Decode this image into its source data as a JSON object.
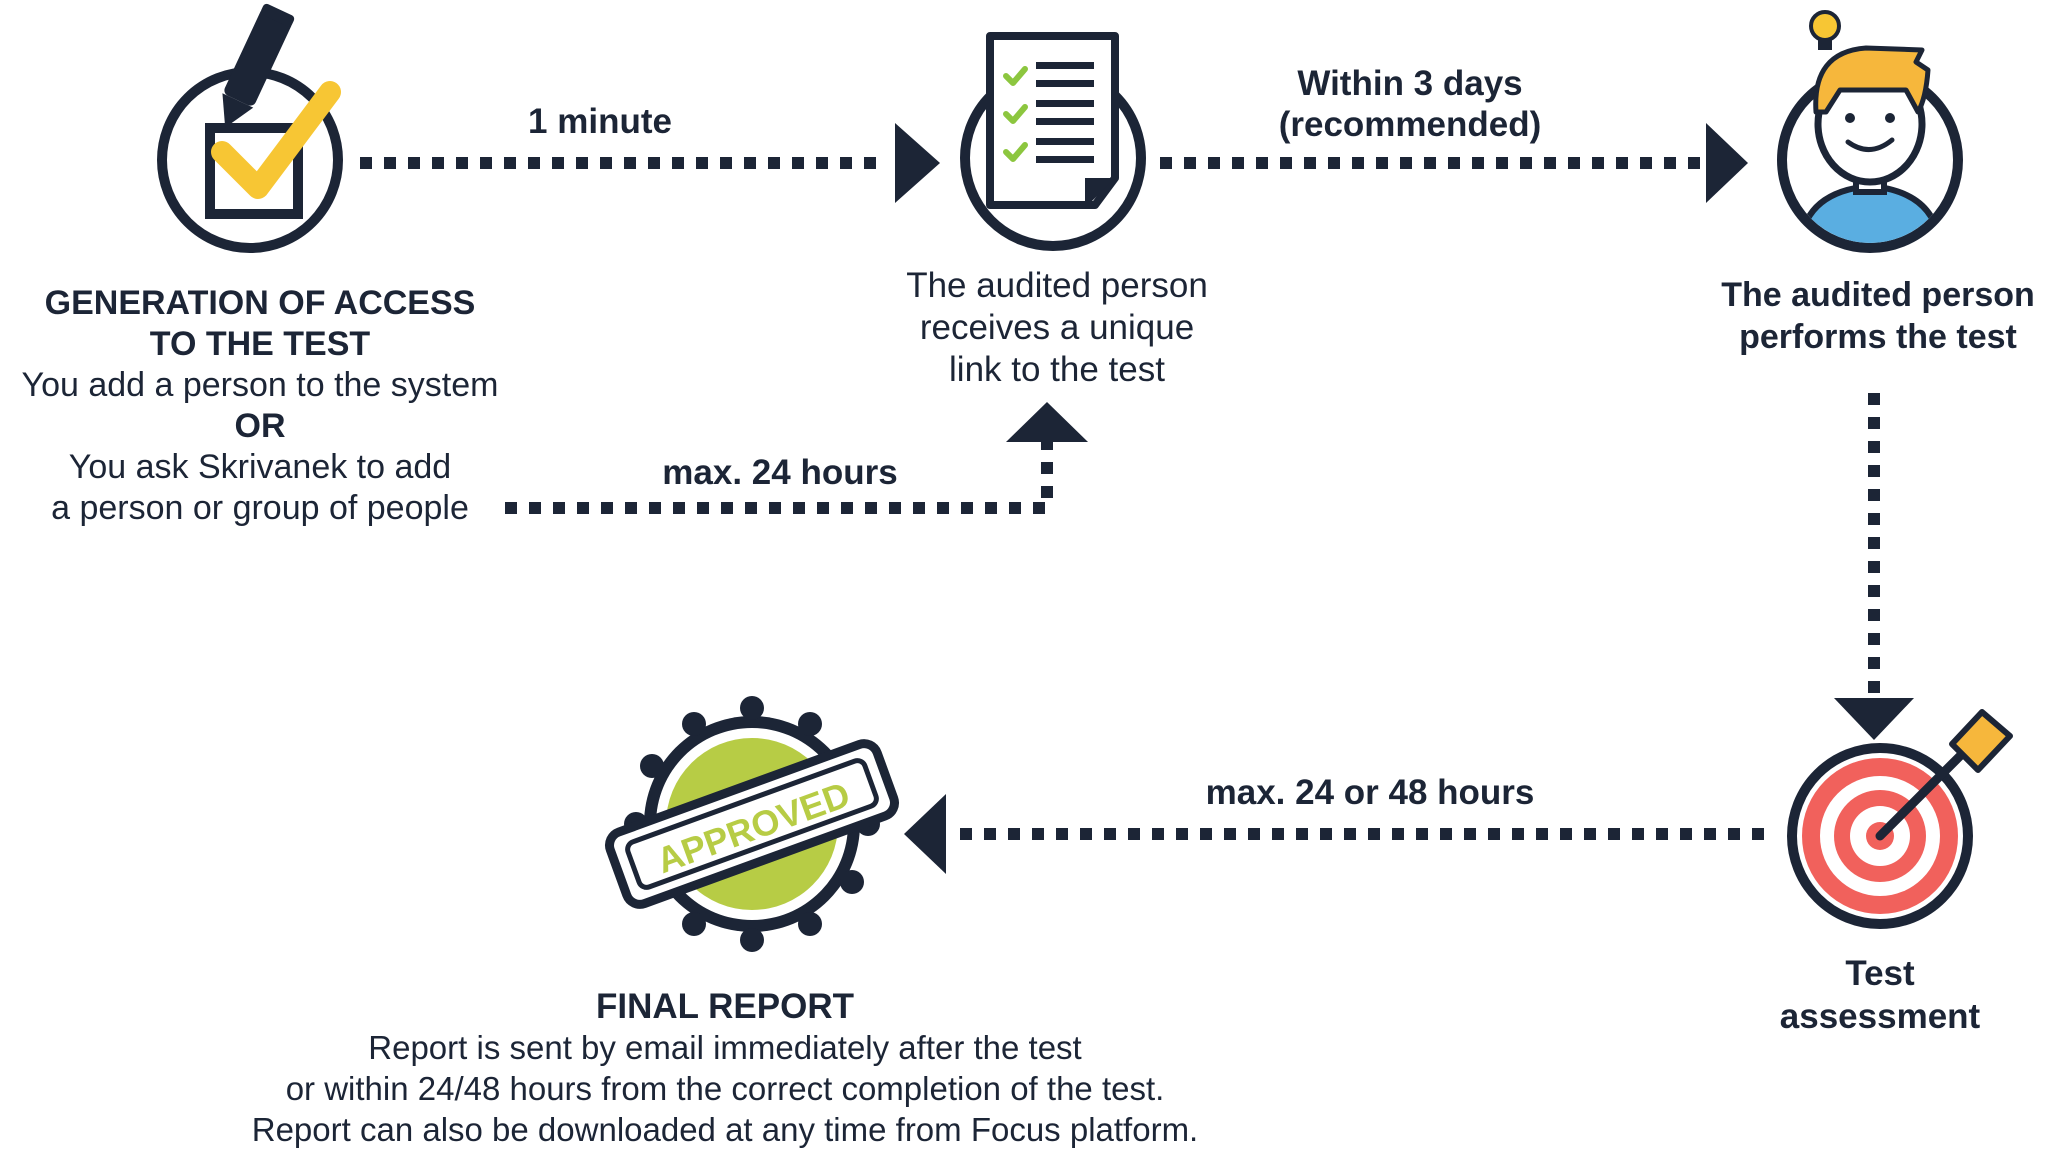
{
  "colors": {
    "navy": "#1c2536",
    "yellow": "#f7c634",
    "green_check": "#8cc63f",
    "approved_green": "#b7cc45",
    "hair": "#f6b73c",
    "shirt": "#5aaee1",
    "target_red": "#f1615c",
    "target_pink": "#f7b1ad"
  },
  "steps": {
    "generation": {
      "icon": "checkbox-pencil-icon",
      "title_line1": "GENERATION OF ACCESS",
      "title_line2": "TO THE TEST",
      "line1": "You add a person to the system",
      "or": "OR",
      "line2": "You ask Skrivanek to add",
      "line3": "a person or group of people"
    },
    "link": {
      "icon": "document-checklist-icon",
      "line1": "The audited person",
      "line2": "receives a unique",
      "line3": "link to the test"
    },
    "performs": {
      "icon": "person-idea-icon",
      "line1": "The audited person",
      "line2": "performs the test"
    },
    "assessment": {
      "icon": "target-arrow-icon",
      "line1": "Test",
      "line2": "assessment"
    },
    "report": {
      "icon": "approved-stamp-icon",
      "stamp_text": "APPROVED",
      "title": "FINAL REPORT",
      "line1": "Report is sent by email immediately after the test",
      "line2": "or within 24/48 hours from the correct completion of the test.",
      "line3": "Report can also be downloaded at any time from Focus platform."
    }
  },
  "connectors": {
    "one_minute": "1 minute",
    "within_line1": "Within 3 days",
    "within_line2": "(recommended)",
    "max24": "max. 24 hours",
    "max2448": "max. 24 or 48 hours"
  }
}
